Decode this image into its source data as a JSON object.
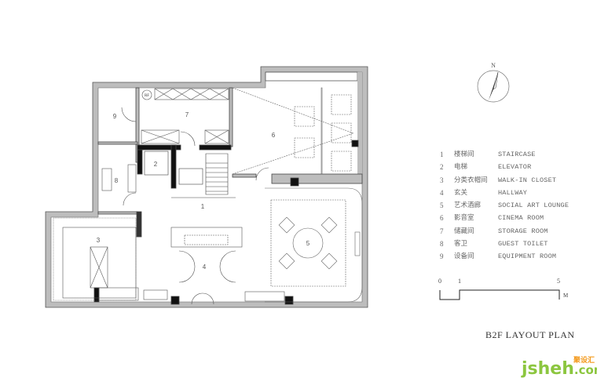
{
  "plan": {
    "title": "B2F LAYOUT PLAN",
    "north_label": "N",
    "room_numbers": [
      "1",
      "2",
      "3",
      "4",
      "5",
      "6",
      "7",
      "8",
      "9"
    ],
    "rf_label": "RF"
  },
  "legend": [
    {
      "num": "1",
      "zh": "楼梯间",
      "en": "STAIRCASE"
    },
    {
      "num": "2",
      "zh": "电梯",
      "en": "ELEVATOR"
    },
    {
      "num": "3",
      "zh": "分类衣帽间",
      "en": "WALK-IN CLOSET"
    },
    {
      "num": "4",
      "zh": "玄关",
      "en": "HALLWAY"
    },
    {
      "num": "5",
      "zh": "艺术酒廊",
      "en": "SOCIAL ART LOUNGE"
    },
    {
      "num": "6",
      "zh": "影音室",
      "en": "CINEMA ROOM"
    },
    {
      "num": "7",
      "zh": "储藏间",
      "en": "STORAGE ROOM"
    },
    {
      "num": "8",
      "zh": "客卫",
      "en": "GUEST TOILET"
    },
    {
      "num": "9",
      "zh": "设备间",
      "en": "EQUIPMENT ROOM"
    }
  ],
  "scale": {
    "t0": "0",
    "t1": "1",
    "t5": "5",
    "unit": "M"
  },
  "watermark": {
    "main": "jsheh",
    "suffix": ".com",
    "cn": "聚设汇"
  }
}
